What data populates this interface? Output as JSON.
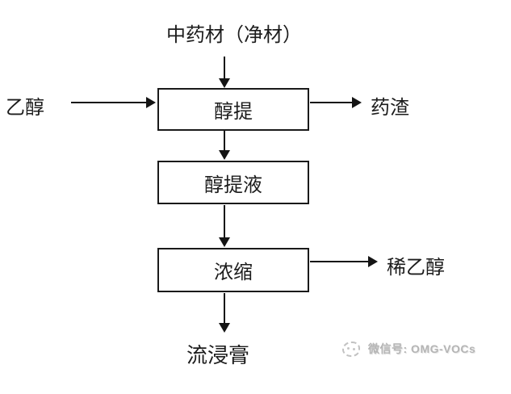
{
  "diagram": {
    "title": "中药材（净材）",
    "boxes": [
      {
        "label": "醇提"
      },
      {
        "label": "醇提液"
      },
      {
        "label": "浓缩"
      }
    ],
    "inputs": {
      "ethanol": "乙醇"
    },
    "outputs": {
      "residue": "药渣",
      "dilute_ethanol": "稀乙醇",
      "final_product": "流浸膏"
    },
    "colors": {
      "line": "#141414",
      "text": "#1c1c1c",
      "watermark": "#b5b5b5",
      "background": "#ffffff"
    },
    "watermark": {
      "icon": "wechat-logo-icon",
      "text": "微信号: OMG-VOCs"
    }
  }
}
